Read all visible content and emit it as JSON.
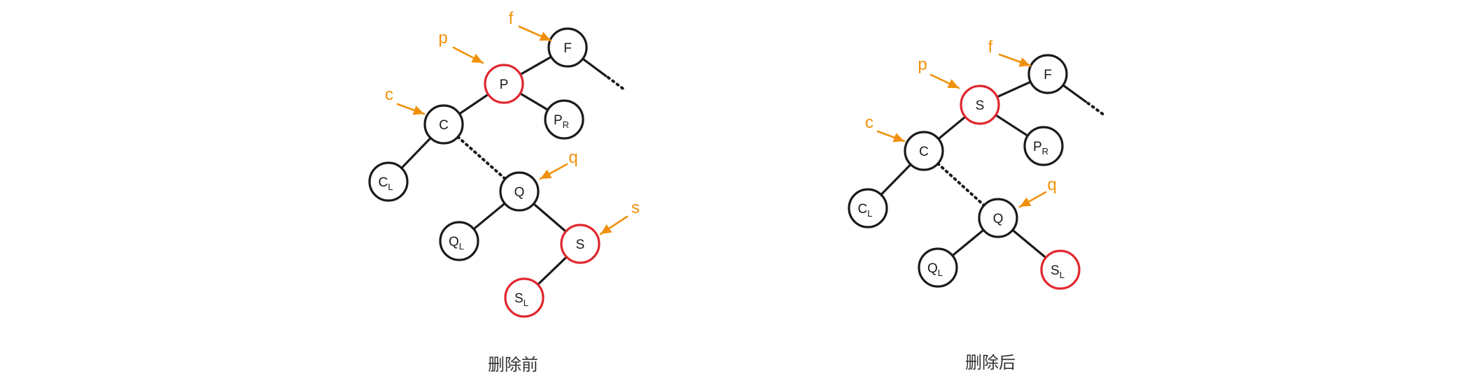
{
  "diagrams": [
    {
      "caption": "删除前",
      "nodes": [
        {
          "id": "F",
          "label": "F",
          "sub": "",
          "color": "black"
        },
        {
          "id": "P",
          "label": "P",
          "sub": "",
          "color": "red"
        },
        {
          "id": "C",
          "label": "C",
          "sub": "",
          "color": "black"
        },
        {
          "id": "PR",
          "label": "P",
          "sub": "R",
          "color": "black"
        },
        {
          "id": "CL",
          "label": "C",
          "sub": "L",
          "color": "black"
        },
        {
          "id": "Q",
          "label": "Q",
          "sub": "",
          "color": "black"
        },
        {
          "id": "QL",
          "label": "Q",
          "sub": "L",
          "color": "black"
        },
        {
          "id": "S",
          "label": "S",
          "sub": "",
          "color": "red"
        },
        {
          "id": "SL",
          "label": "S",
          "sub": "L",
          "color": "red"
        }
      ],
      "edges": [
        {
          "from": "F",
          "to": "P",
          "style": "solid"
        },
        {
          "from": "F",
          "to": "ellipsis",
          "style": "solid"
        },
        {
          "from": "P",
          "to": "C",
          "style": "solid"
        },
        {
          "from": "P",
          "to": "PR",
          "style": "solid"
        },
        {
          "from": "C",
          "to": "CL",
          "style": "solid"
        },
        {
          "from": "C",
          "to": "Q",
          "style": "dotted"
        },
        {
          "from": "Q",
          "to": "QL",
          "style": "solid"
        },
        {
          "from": "Q",
          "to": "S",
          "style": "solid"
        },
        {
          "from": "S",
          "to": "SL",
          "style": "solid"
        }
      ],
      "pointers": [
        {
          "label": "f",
          "target": "F"
        },
        {
          "label": "p",
          "target": "P"
        },
        {
          "label": "c",
          "target": "C"
        },
        {
          "label": "q",
          "target": "Q"
        },
        {
          "label": "s",
          "target": "S"
        }
      ]
    },
    {
      "caption": "删除后",
      "nodes": [
        {
          "id": "F",
          "label": "F",
          "sub": "",
          "color": "black"
        },
        {
          "id": "S",
          "label": "S",
          "sub": "",
          "color": "red"
        },
        {
          "id": "C",
          "label": "C",
          "sub": "",
          "color": "black"
        },
        {
          "id": "PR",
          "label": "P",
          "sub": "R",
          "color": "black"
        },
        {
          "id": "CL",
          "label": "C",
          "sub": "L",
          "color": "black"
        },
        {
          "id": "Q",
          "label": "Q",
          "sub": "",
          "color": "black"
        },
        {
          "id": "QL",
          "label": "Q",
          "sub": "L",
          "color": "black"
        },
        {
          "id": "SL",
          "label": "S",
          "sub": "L",
          "color": "red"
        }
      ],
      "edges": [
        {
          "from": "F",
          "to": "S",
          "style": "solid"
        },
        {
          "from": "F",
          "to": "ellipsis",
          "style": "solid"
        },
        {
          "from": "S",
          "to": "C",
          "style": "solid"
        },
        {
          "from": "S",
          "to": "PR",
          "style": "solid"
        },
        {
          "from": "C",
          "to": "CL",
          "style": "solid"
        },
        {
          "from": "C",
          "to": "Q",
          "style": "dotted"
        },
        {
          "from": "Q",
          "to": "QL",
          "style": "solid"
        },
        {
          "from": "Q",
          "to": "SL",
          "style": "solid"
        }
      ],
      "pointers": [
        {
          "label": "f",
          "target": "F"
        },
        {
          "label": "p",
          "target": "S"
        },
        {
          "label": "c",
          "target": "C"
        },
        {
          "label": "q",
          "target": "Q"
        }
      ]
    }
  ],
  "colors": {
    "black_node": "#1a1a1a",
    "red_node": "#e0262d",
    "pointer": "#f0900a",
    "caption": "#333333"
  }
}
